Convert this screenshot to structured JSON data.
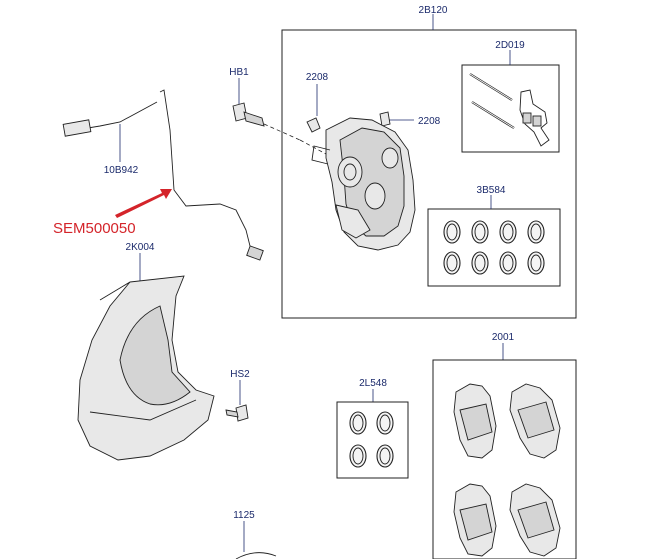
{
  "labels": {
    "caliper_assembly": "2B120",
    "pin_kit": "2D019",
    "bolt_hb1": "HB1",
    "bleed_screw_left": "2208",
    "bleed_screw_right": "2208",
    "caliper_seal_kit": "3B584",
    "wear_sensor": "10B942",
    "splash_shield": "2K004",
    "shield_bolt": "HS2",
    "piston_seal_kit": "2L548",
    "pad_kit": "2001",
    "disc": "1125"
  },
  "callout": {
    "text": "SEM500050",
    "color": "#d4242a"
  },
  "colors": {
    "label_text": "#1b2a6b",
    "lines": "#222222",
    "background": "#ffffff"
  }
}
